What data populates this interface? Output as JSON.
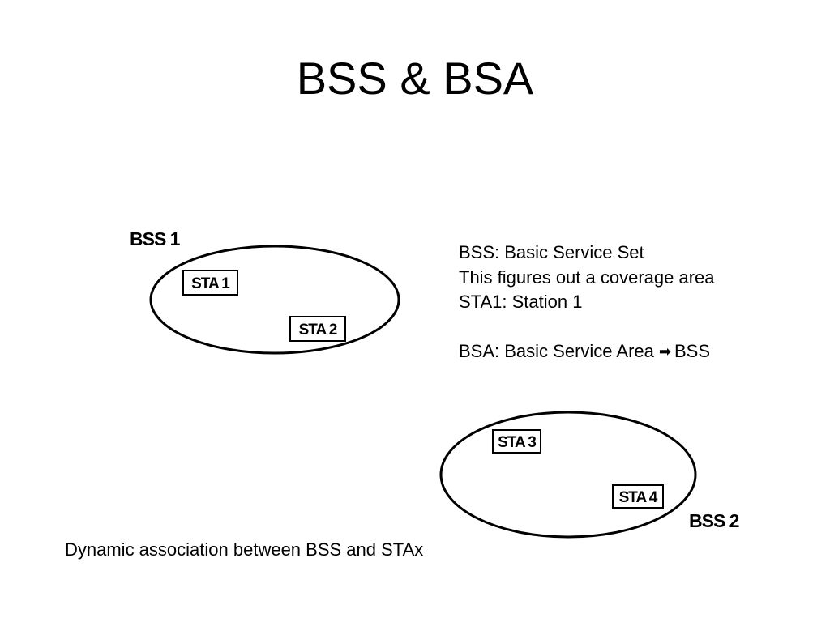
{
  "slide": {
    "title": "BSS & BSA"
  },
  "diagram": {
    "bss1": {
      "label": "BSS 1",
      "stations": [
        "STA 1",
        "STA 2"
      ]
    },
    "bss2": {
      "label": "BSS 2",
      "stations": [
        "STA 3",
        "STA 4"
      ]
    }
  },
  "notes": {
    "line1": "BSS: Basic Service Set",
    "line2": "This figures out a coverage area",
    "line3": "STA1: Station 1",
    "line4_prefix": "BSA: Basic Service Area",
    "line4_suffix": "BSS",
    "arrow_icon": "arrow-right-icon"
  },
  "caption": "Dynamic association between BSS and STAx"
}
